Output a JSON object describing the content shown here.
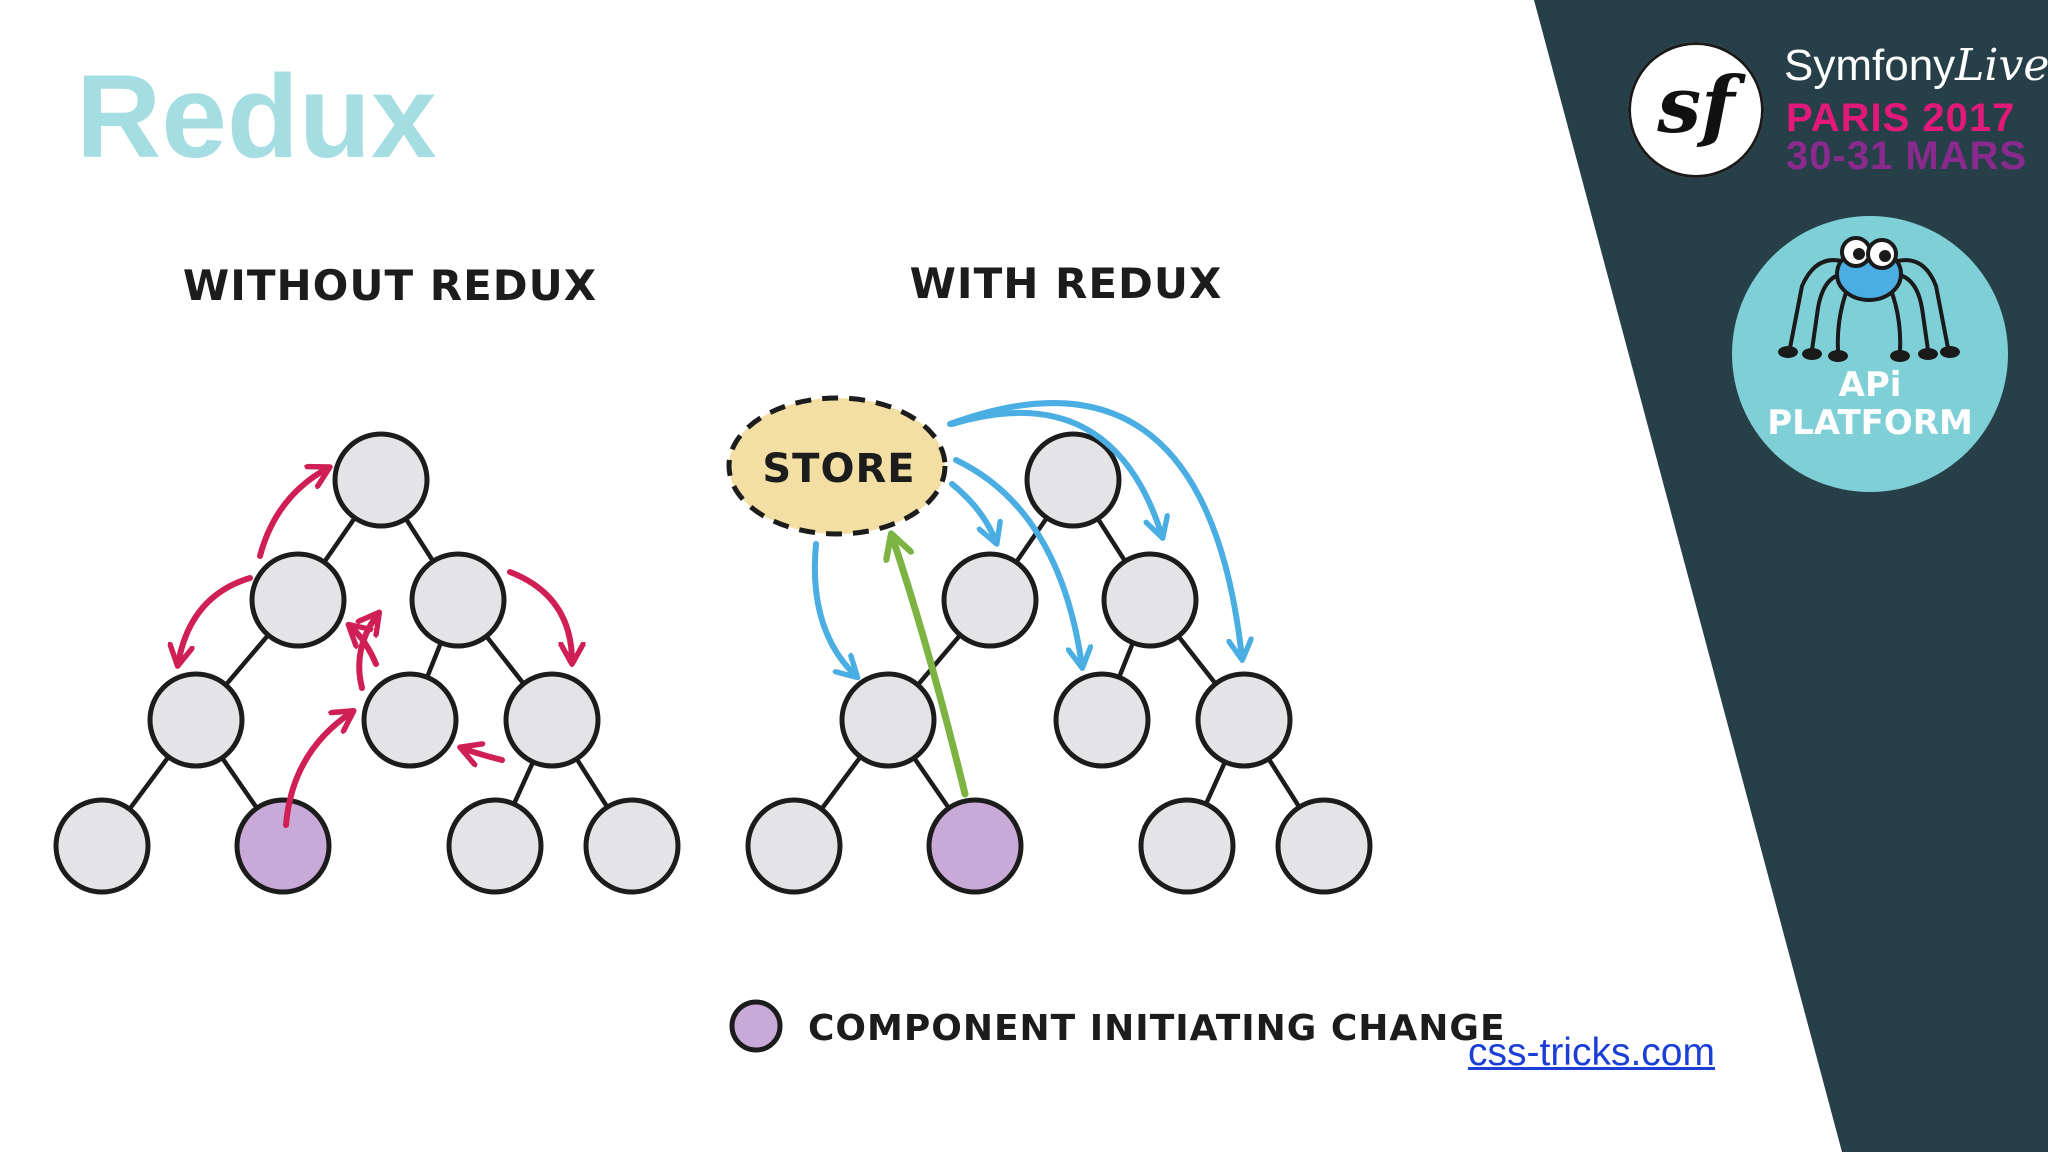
{
  "slide": {
    "title": "Redux",
    "source_link": "css-tricks.com"
  },
  "branding": {
    "logo_letters": "sf",
    "event_name": "Symfony",
    "event_name_script": "Live",
    "event_city_year": "PARIS 2017",
    "event_dates": "30-31 MARS",
    "badge_line1": "APi",
    "badge_line2": "PLATFORM"
  },
  "diagram": {
    "left_title": "WITHOUT REDUX",
    "right_title": "WITH REDUX",
    "store_label": "STORE",
    "legend_label": "COMPONENT INITIATING CHANGE",
    "colors": {
      "node_fill": "#e4e3e6",
      "initiator_fill": "#c9a9d8",
      "store_fill": "#f3dfa4",
      "arrow_without": "#cf1f55",
      "arrow_store": "#4aaee3",
      "arrow_initiator": "#7cb342",
      "panel_bg": "#263f48",
      "title_color": "#a4dde2"
    }
  }
}
